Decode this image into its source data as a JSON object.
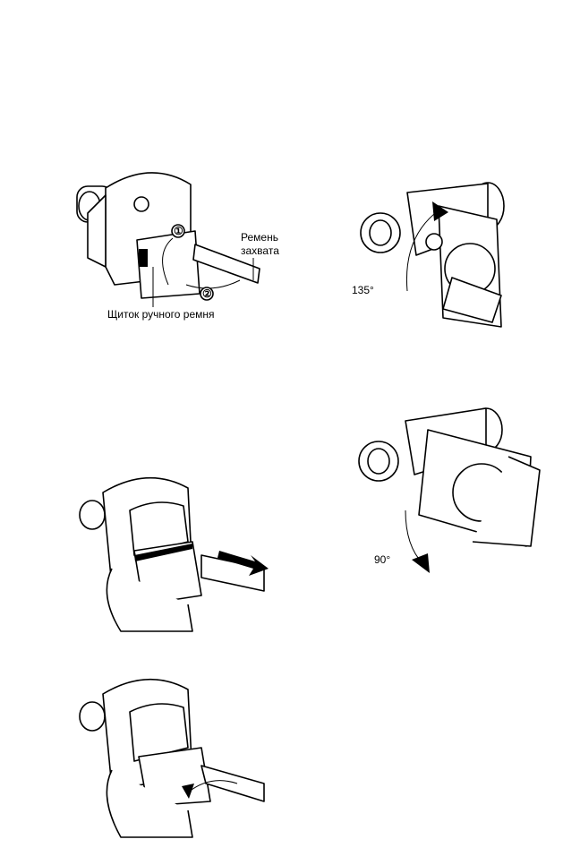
{
  "figures": {
    "strap_attach": {
      "label_strap": [
        "Ремень",
        "захвата"
      ],
      "label_cover": "Щиток ручного ремня",
      "step1": "①",
      "step2": "②"
    },
    "rotate_135": {
      "angle": "135°"
    },
    "rotate_90": {
      "angle": "90°"
    },
    "hand_tighten": {},
    "hand_close": {}
  }
}
